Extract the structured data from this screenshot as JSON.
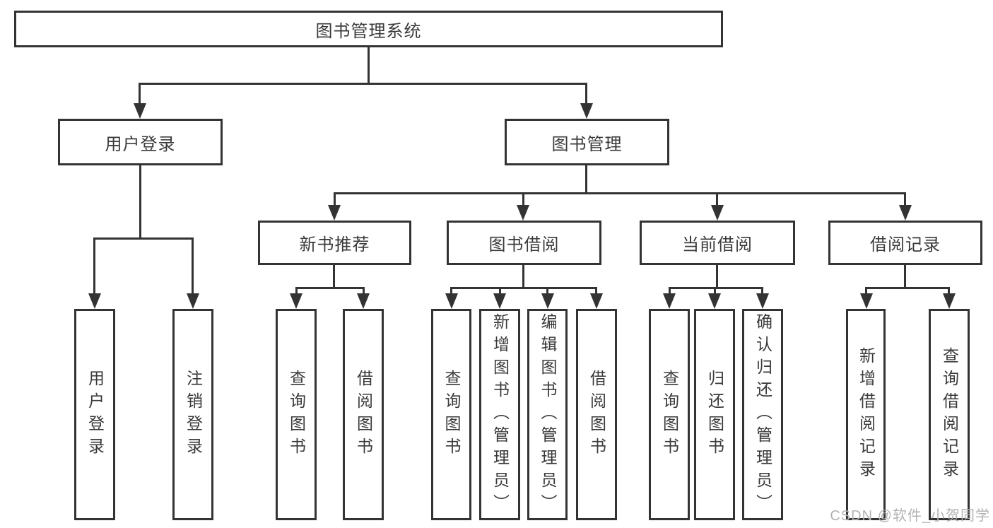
{
  "colors": {
    "line": "#333333",
    "text": "#3a3a3a",
    "background": "#ffffff",
    "watermark": "#b3b3b3"
  },
  "watermark": {
    "text": "CSDN @软件_小贺同学"
  },
  "diagram": {
    "type": "hierarchy-tree",
    "root": {
      "label": "图书管理系统",
      "children": [
        {
          "label": "用户登录",
          "children": [
            {
              "label": "用户登录"
            },
            {
              "label": "注销登录"
            }
          ]
        },
        {
          "label": "图书管理",
          "children": [
            {
              "label": "新书推荐",
              "children": [
                {
                  "label": "查询图书"
                },
                {
                  "label": "借阅图书"
                }
              ]
            },
            {
              "label": "图书借阅",
              "children": [
                {
                  "label": "查询图书"
                },
                {
                  "label": "新增图书（管理员）"
                },
                {
                  "label": "编辑图书（管理员）"
                },
                {
                  "label": "借阅图书"
                }
              ]
            },
            {
              "label": "当前借阅",
              "children": [
                {
                  "label": "查询图书"
                },
                {
                  "label": "归还图书"
                },
                {
                  "label": "确认归还（管理员）"
                }
              ]
            },
            {
              "label": "借阅记录",
              "children": [
                {
                  "label": "新增借阅记录"
                },
                {
                  "label": "查询借阅记录"
                }
              ]
            }
          ]
        }
      ]
    }
  }
}
